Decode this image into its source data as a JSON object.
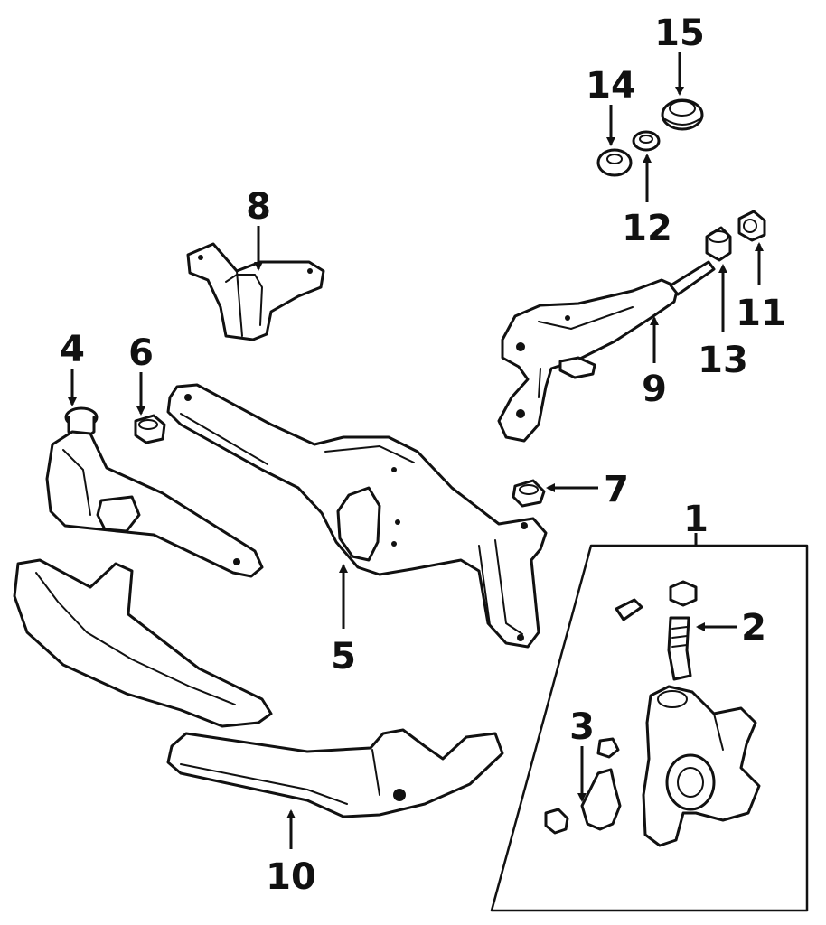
{
  "diagram": {
    "callouts": [
      "1",
      "2",
      "3",
      "4",
      "5",
      "6",
      "7",
      "8",
      "9",
      "10",
      "11",
      "12",
      "13",
      "14",
      "15"
    ],
    "colors": {
      "line": "#111111",
      "background": "#ffffff"
    }
  }
}
